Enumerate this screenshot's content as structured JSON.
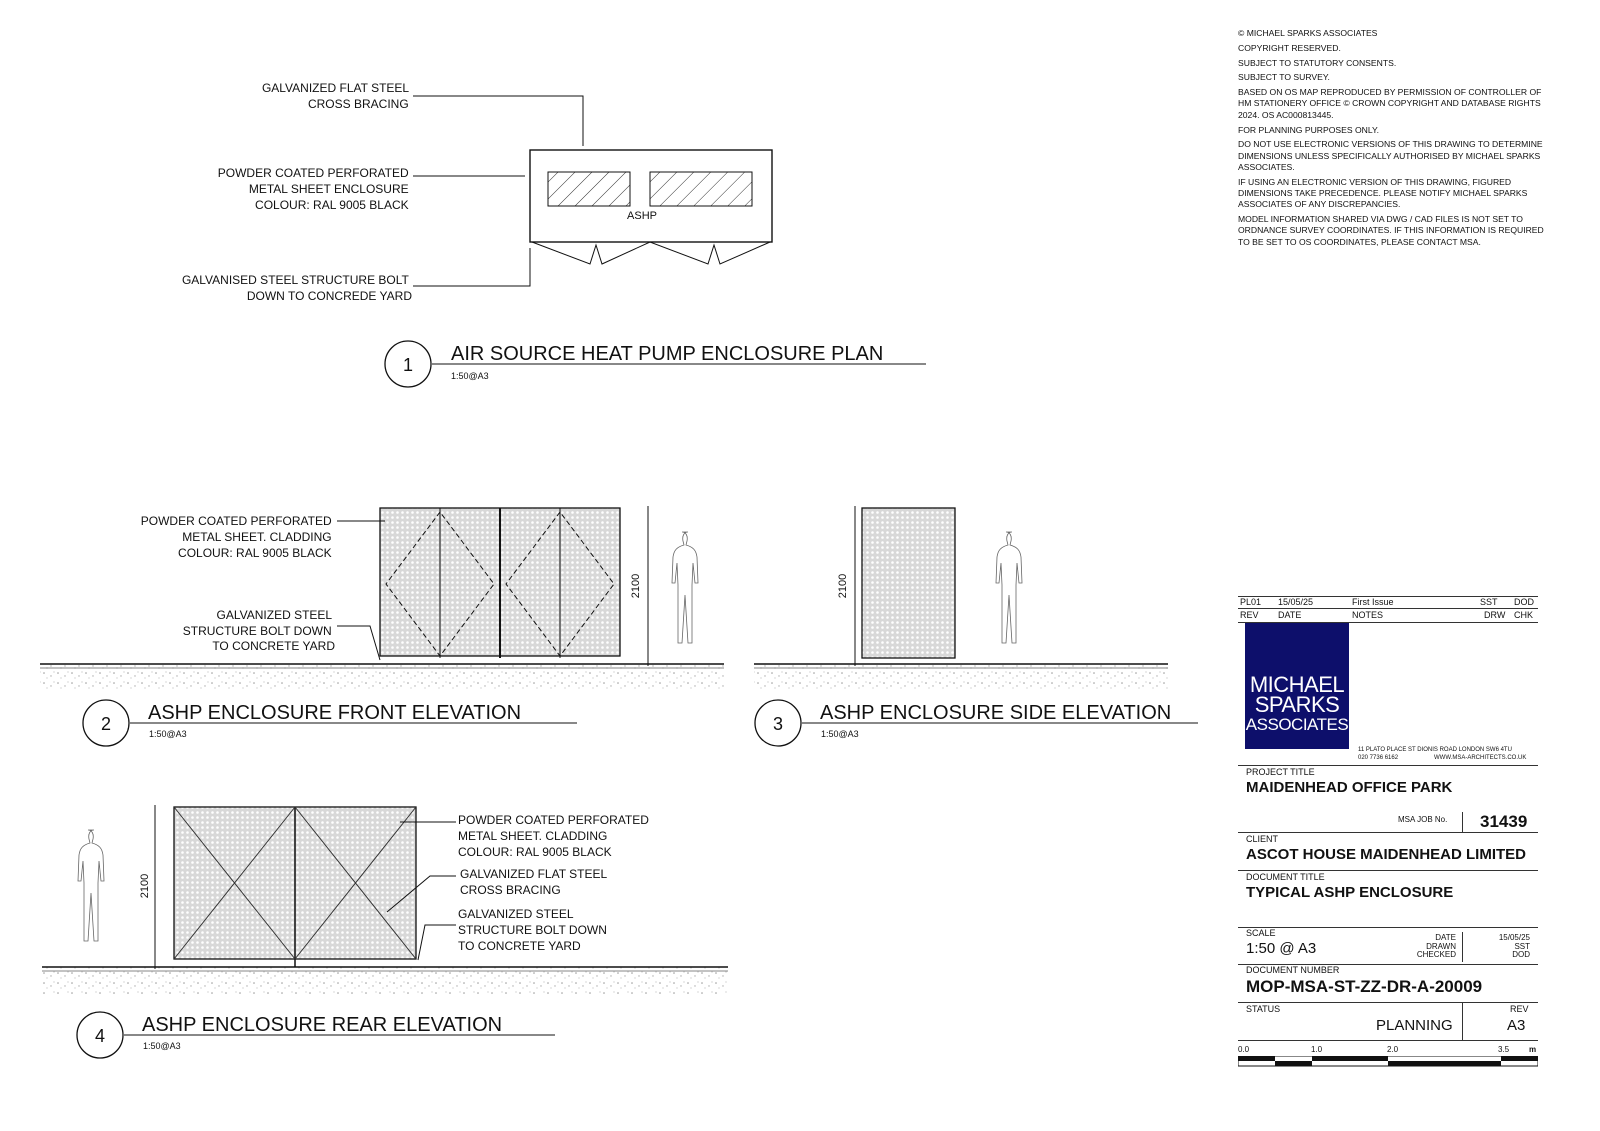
{
  "notes": [
    "© MICHAEL SPARKS ASSOCIATES",
    "COPYRIGHT RESERVED.",
    "SUBJECT TO STATUTORY CONSENTS.",
    "SUBJECT TO SURVEY.",
    "BASED ON OS MAP REPRODUCED BY PERMISSION OF CONTROLLER OF HM STATIONERY OFFICE © CROWN COPYRIGHT AND DATABASE RIGHTS 2024. OS AC000813445.",
    "FOR PLANNING PURPOSES ONLY.",
    "DO NOT USE ELECTRONIC VERSIONS OF THIS DRAWING TO DETERMINE DIMENSIONS UNLESS SPECIFICALLY AUTHORISED BY MICHAEL SPARKS ASSOCIATES.",
    "IF USING AN ELECTRONIC VERSION OF THIS DRAWING, FIGURED DIMENSIONS TAKE PRECEDENCE. PLEASE NOTIFY MICHAEL SPARKS ASSOCIATES OF ANY DISCREPANCIES.",
    "MODEL INFORMATION SHARED VIA DWG / CAD FILES IS NOT SET TO ORDNANCE SURVEY COORDINATES. IF THIS INFORMATION IS REQUIRED TO BE SET TO OS COORDINATES, PLEASE CONTACT MSA."
  ],
  "views": [
    {
      "num": "1",
      "title": "AIR SOURCE HEAT PUMP ENCLOSURE PLAN",
      "scale": "1:50@A3",
      "labels": [
        "GALVANIZED FLAT STEEL",
        "CROSS BRACING",
        "POWDER COATED PERFORATED",
        "METAL SHEET ENCLOSURE",
        "COLOUR: RAL 9005 BLACK",
        "GALVANISED STEEL STRUCTURE BOLT",
        "DOWN TO CONCREDE YARD"
      ],
      "unit": "ASHP"
    },
    {
      "num": "2",
      "title": "ASHP ENCLOSURE FRONT ELEVATION",
      "scale": "1:50@A3",
      "labels": [
        "POWDER COATED PERFORATED",
        "METAL SHEET. CLADDING",
        "COLOUR: RAL 9005 BLACK",
        "GALVANIZED STEEL",
        "STRUCTURE BOLT DOWN",
        "TO CONCRETE YARD"
      ],
      "dim": "2100"
    },
    {
      "num": "3",
      "title": "ASHP ENCLOSURE SIDE ELEVATION",
      "scale": "1:50@A3",
      "dim": "2100"
    },
    {
      "num": "4",
      "title": "ASHP ENCLOSURE REAR ELEVATION",
      "scale": "1:50@A3",
      "labels": [
        "POWDER COATED PERFORATED",
        "METAL SHEET. CLADDING",
        "COLOUR: RAL 9005 BLACK",
        "GALVANIZED FLAT STEEL",
        "CROSS BRACING",
        "GALVANIZED STEEL",
        "STRUCTURE BOLT DOWN",
        "TO CONCRETE YARD"
      ],
      "dim": "2100"
    }
  ],
  "titleblock": {
    "revision": {
      "rev": "PL01",
      "date": "15/05/25",
      "notes": "First Issue",
      "drw": "SST",
      "chk": "DOD"
    },
    "rev_headers": {
      "rev": "REV",
      "date": "DATE",
      "notes": "NOTES",
      "drw": "DRW",
      "chk": "CHK"
    },
    "logo": [
      "MICHAEL",
      "SPARKS",
      "ASSOCIATES"
    ],
    "address": "11 PLATO PLACE   ST DIONIS ROAD   LONDON SW6 4TU",
    "phone": "020 7736 6162",
    "web": "WWW.MSA-ARCHITECTS.CO.UK",
    "project_label": "PROJECT TITLE",
    "project": "MAIDENHEAD OFFICE PARK",
    "job_label": "MSA JOB No.",
    "job": "31439",
    "client_label": "CLIENT",
    "client": "ASCOT HOUSE MAIDENHEAD LIMITED",
    "doc_title_label": "DOCUMENT TITLE",
    "doc_title": "TYPICAL ASHP ENCLOSURE",
    "scale_label": "SCALE",
    "scale": "1:50 @ A3",
    "date_label": "DATE",
    "drawn_label": "DRAWN",
    "checked_label": "CHECKED",
    "date": "15/05/25",
    "drawn": "SST",
    "checked": "DOD",
    "docnum_label": "DOCUMENT NUMBER",
    "docnum": "MOP-MSA-ST-ZZ-DR-A-20009",
    "status_label": "STATUS",
    "status": "PLANNING",
    "rev_label": "REV",
    "rev": "A3",
    "scalebar": [
      "0.0",
      "1.0",
      "2.0",
      "3.5",
      "m"
    ]
  },
  "colors": {
    "logo": "#0d0f6b",
    "line": "#111111"
  }
}
